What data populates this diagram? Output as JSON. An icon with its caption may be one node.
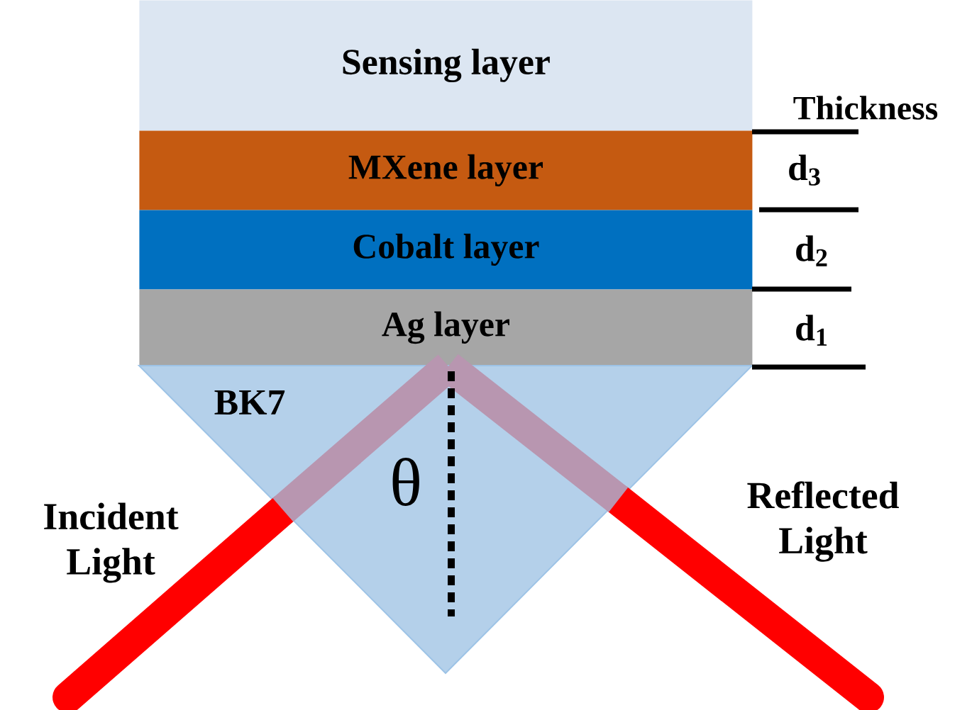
{
  "diagram": {
    "nodes": [
      {
        "text": [
          "Sensing layer"
        ]
      },
      {
        "text": [
          "MXene layer"
        ]
      },
      {
        "text": [
          "Cobalt layer"
        ]
      },
      {
        "text": [
          "Ag layer"
        ]
      },
      {
        "text": [
          "BK7"
        ]
      }
    ],
    "labels": [
      "Thickness",
      "d$_{3}$",
      "d$_{2}$",
      "d$_{1}$",
      "θ",
      "Incident Light",
      "Reflected Light"
    ]
  }
}
